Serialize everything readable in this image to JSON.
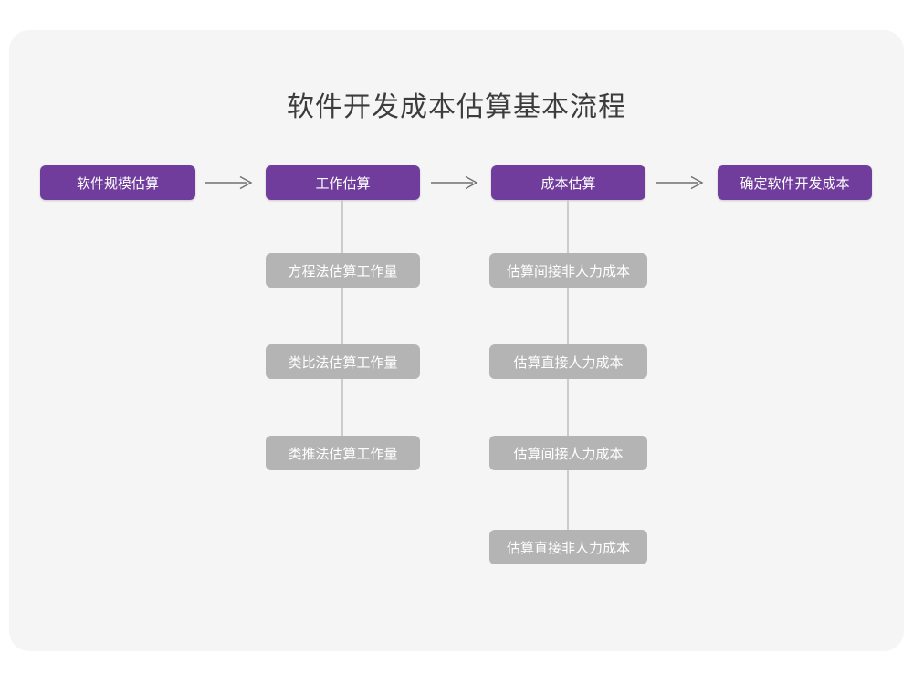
{
  "page": {
    "title": "软件开发成本估算基本流程",
    "background_color": "#ffffff",
    "card_color": "#f5f5f5",
    "accent_color": "#703d9c",
    "sub_node_color": "#b4b4b4",
    "connector_color": "#cccccc"
  },
  "flow": {
    "main_steps": [
      {
        "label": "软件规模估算"
      },
      {
        "label": "工作估算"
      },
      {
        "label": "成本估算"
      },
      {
        "label": "确定软件开发成本"
      }
    ],
    "arrows": [
      {
        "name": "arrow-1",
        "glyph": "arrow-right-icon"
      },
      {
        "name": "arrow-2",
        "glyph": "arrow-right-icon"
      },
      {
        "name": "arrow-3",
        "glyph": "arrow-right-icon"
      }
    ],
    "branches": {
      "work_estimation": {
        "parent": "工作估算",
        "items": [
          {
            "label": "方程法估算工作量"
          },
          {
            "label": "类比法估算工作量"
          },
          {
            "label": "类推法估算工作量"
          }
        ]
      },
      "cost_estimation": {
        "parent": "成本估算",
        "items": [
          {
            "label": "估算间接非人力成本"
          },
          {
            "label": "估算直接人力成本"
          },
          {
            "label": "估算间接人力成本"
          },
          {
            "label": "估算直接非人力成本"
          }
        ]
      }
    }
  }
}
